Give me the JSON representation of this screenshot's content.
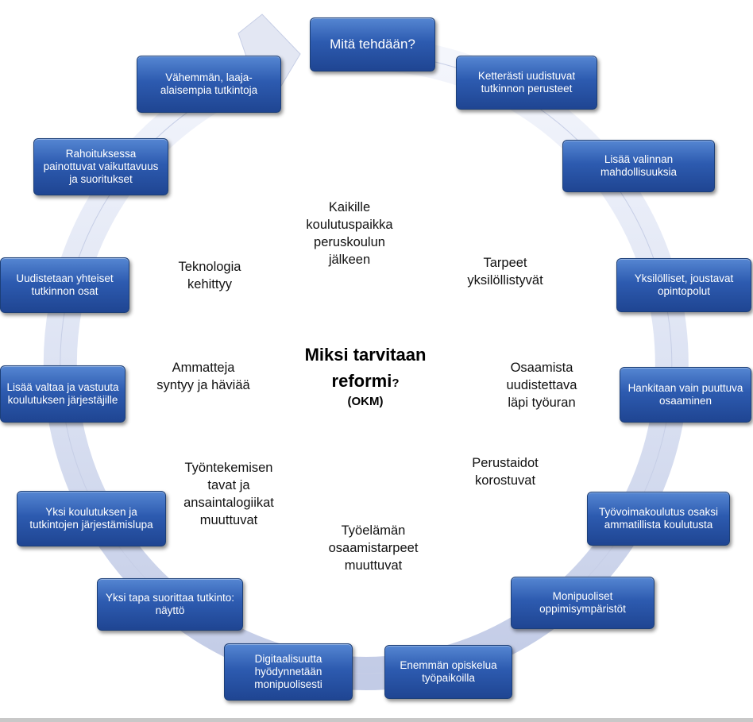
{
  "center": {
    "title": "Miksi tarvitaan reformi",
    "question_mark": "?",
    "source": "(OKM)"
  },
  "top_box": "Mitä tehdään?",
  "boxes": [
    "Ketterästi uudistuvat tutkinnon perusteet",
    "Lisää valinnan mahdollisuuksia",
    "Yksilölliset, joustavat opintopolut",
    "Hankitaan vain puuttuva osaaminen",
    "Työvoimakoulutus osaksi ammatillista koulutusta",
    "Monipuoliset oppimisympäristöt",
    "Enemmän opiskelua työpaikoilla",
    "Digitaalisuutta hyödynnetään monipuolisesti",
    "Yksi tapa suorittaa tutkinto: näyttö",
    "Yksi koulutuksen ja tutkintojen järjestämislupa",
    "Lisää valtaa ja vastuuta koulutuksen järjestäjille",
    "Uudistetaan yhteiset tutkinnon osat",
    "Rahoituksessa painottuvat vaikuttavuus ja suoritukset",
    "Vähemmän, laaja-alaisempia tutkintoja"
  ],
  "reasons": [
    "Kaikille\nkoulutuspaikka\nperuskoulun\njälkeen",
    "Tarpeet\nyksilöllistyvät",
    "Osaamista\nuudistettava\nläpi työuran",
    "Perustaidot\nkorostuvat",
    "Työelämän\nosaamistarpeet\nmuuttuvat",
    "Työntekemisen\ntavat ja\nansaintalogiikat\nmuuttuvat",
    "Ammatteja\nsyntyy ja häviää",
    "Teknologia\nkehittyy"
  ]
}
